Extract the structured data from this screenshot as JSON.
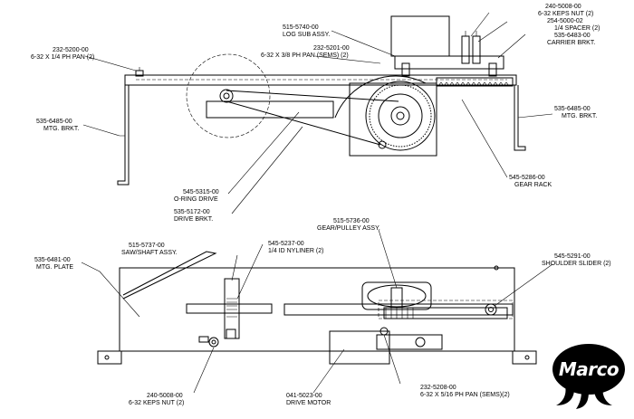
{
  "labels": {
    "l232_5200": [
      "232-5200-00",
      "6-32 X 1/4 PH PAN (2)"
    ],
    "l515_5740": [
      "515-5740-00",
      "LOG SUB ASSY."
    ],
    "l232_5201": [
      "232-5201-00",
      "6-32 X 3/8 PH PAN (SEMS) (2)"
    ],
    "l240_5008_top": [
      "240-5008-00",
      "6-32 KEPS NUT (2)"
    ],
    "l254_5000": [
      "254-5000-02",
      "1/4 SPACER (2)"
    ],
    "l535_6483": [
      "535-6483-00",
      "CARRIER BRKT."
    ],
    "l535_6485_left": [
      "535-6485-00",
      "MTG. BRKT."
    ],
    "l535_6485_right": [
      "535-6485-00",
      "MTG. BRKT."
    ],
    "l545_5286": [
      "545-5286-00",
      "GEAR RACK"
    ],
    "l545_5315": [
      "545-5315-00",
      "O-RING DRIVE"
    ],
    "l535_5172": [
      "535-5172-00",
      "DRIVE BRKT."
    ],
    "l515_5736": [
      "515-5736-00",
      "GEAR/PULLEY ASSY."
    ],
    "l515_5737": [
      "515-5737-00",
      "SAW/SHAFT ASSY."
    ],
    "l545_5237": [
      "545-5237-00",
      "1/4 ID NYLINER (2)"
    ],
    "l545_5291": [
      "545-5291-00",
      "SHOULDER SLIDER (2)"
    ],
    "l535_6481": [
      "535-6481-00",
      "MTG. PLATE"
    ],
    "l240_5008_bottom": [
      "240-5008-00",
      "6-32 KEPS NUT (2)"
    ],
    "l041_5023": [
      "041-5023-00",
      "DRIVE MOTOR"
    ],
    "l232_5208": [
      "232-5208-00",
      "6-32 X 5/16 PH PAN (SEMS)(2)"
    ]
  },
  "logo": {
    "text": "Marco",
    "icon": "marco-logo",
    "color": "#000000"
  }
}
